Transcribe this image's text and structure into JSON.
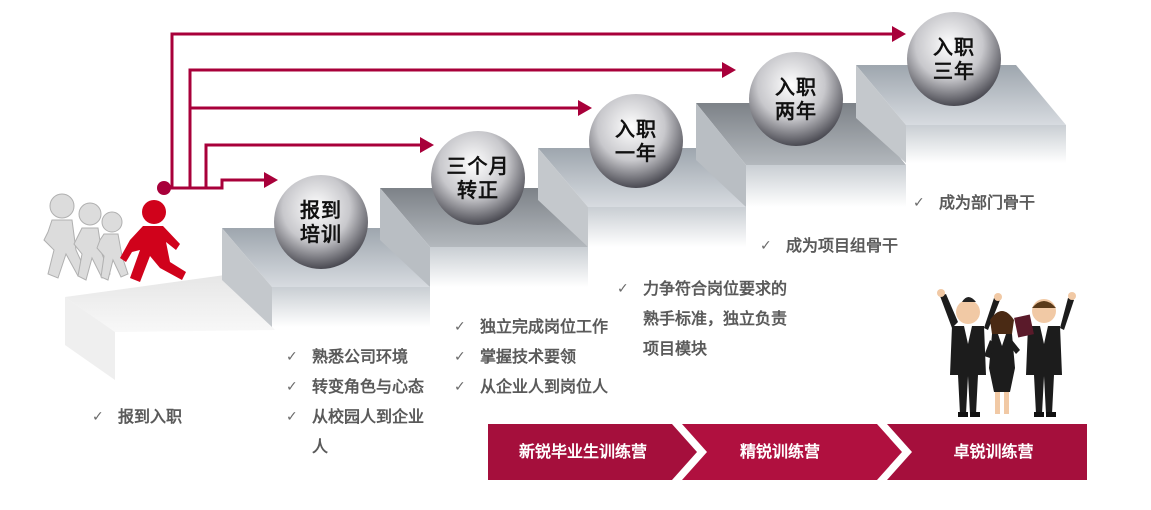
{
  "milestones": [
    {
      "label": "报到\n培训"
    },
    {
      "label": "三个月\n转正"
    },
    {
      "label": "入职\n一年"
    },
    {
      "label": "入职\n两年"
    },
    {
      "label": "入职\n三年"
    }
  ],
  "checklists": {
    "onboard": [
      "报到入职"
    ],
    "training": [
      "熟悉公司环境",
      "转变角色与心态",
      "从校园人到企业",
      "人"
    ],
    "regular": [
      "独立完成岗位工作",
      "掌握技术要领",
      "从企业人到岗位人"
    ],
    "year_one": [
      "力争符合岗位要求的",
      "熟手标准，独立负责",
      "项目模块"
    ],
    "year_two": [
      "成为项目组骨干"
    ],
    "year_three": [
      "成为部门骨干"
    ]
  },
  "check_symbol": "✓",
  "bands": [
    {
      "label": "新锐毕业生训练营"
    },
    {
      "label": "精锐训练营"
    },
    {
      "label": "卓锐训练营"
    }
  ],
  "colors": {
    "accent": "#a8003a",
    "band": "#a50f3c",
    "text": "#5a5a5a"
  }
}
